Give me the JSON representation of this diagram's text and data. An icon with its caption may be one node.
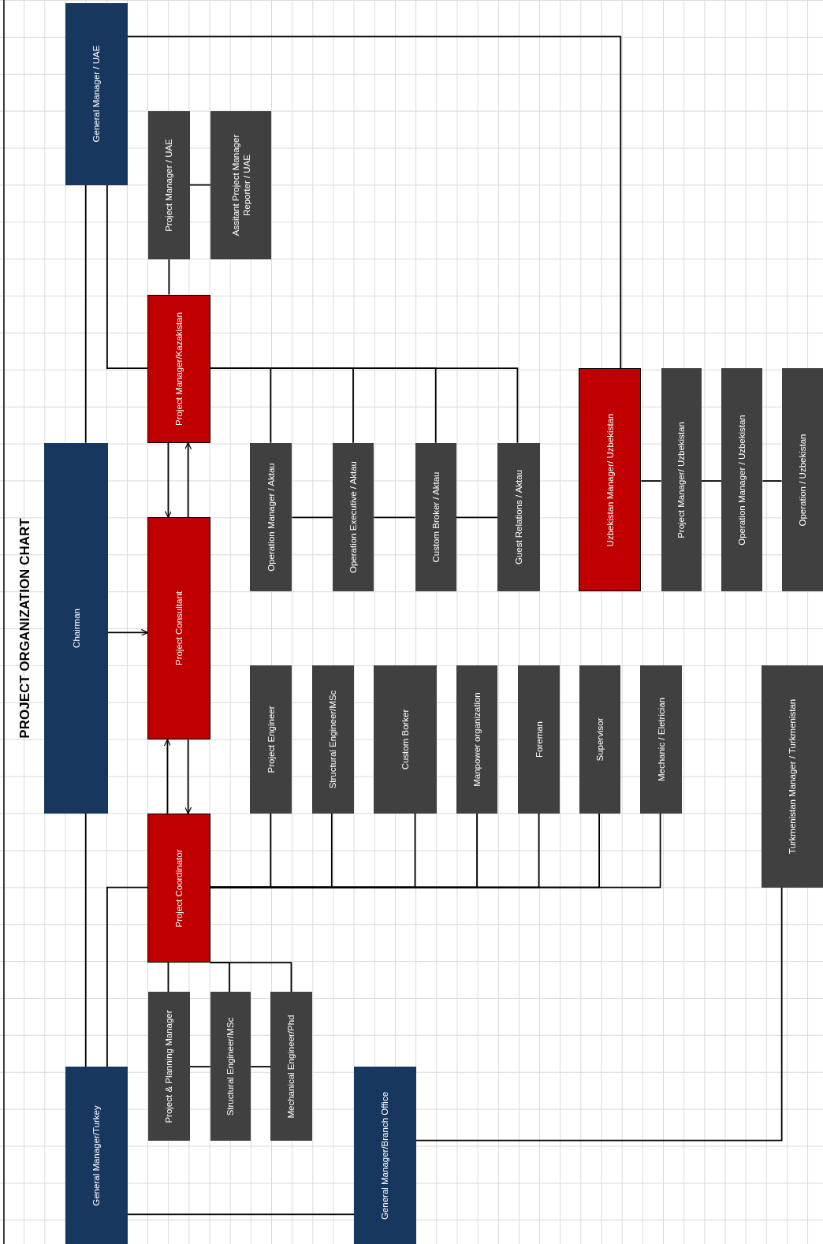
{
  "diagram": {
    "title": "PROJECT ORGANIZATION CHART",
    "nodes": [
      {
        "text": [
          "General Manager / UAE"
        ]
      },
      {
        "text": [
          "Project Manager / UAE"
        ]
      },
      {
        "text": [
          "Assitant Project Manager Reporter / UAE"
        ]
      },
      {
        "text": [
          "Project Manager/Kazakistan"
        ]
      },
      {
        "text": [
          "Chairman"
        ]
      },
      {
        "text": [
          "Project Consultant"
        ]
      },
      {
        "text": [
          "Operation Manager / Aktau"
        ]
      },
      {
        "text": [
          "Operation Executive / Aktau"
        ]
      },
      {
        "text": [
          "Custom Broker / Aktau"
        ]
      },
      {
        "text": [
          "Guest Relations / Aktau"
        ]
      },
      {
        "text": [
          "Uzbekistan Manager/ Uzbekistan"
        ]
      },
      {
        "text": [
          "Project Manager/ Uzbekistan"
        ]
      },
      {
        "text": [
          "Operation Manager / Uzbekistan"
        ]
      },
      {
        "text": [
          "Operation / Uzbekistan"
        ]
      },
      {
        "text": [
          "Project Engineer"
        ]
      },
      {
        "text": [
          "Structural Engineer/MSc"
        ]
      },
      {
        "text": [
          "Custom Borker"
        ]
      },
      {
        "text": [
          "Manpower organization"
        ]
      },
      {
        "text": [
          "Foreman"
        ]
      },
      {
        "text": [
          "Supervisor"
        ]
      },
      {
        "text": [
          "Mechanic / Eletrician"
        ]
      },
      {
        "text": [
          "Turkmenistan Manager / Turkmenistan"
        ]
      },
      {
        "text": [
          "Project Coordinator"
        ]
      },
      {
        "text": [
          "Project & Planning Manager"
        ]
      },
      {
        "text": [
          "Structural Engineer/MSc"
        ]
      },
      {
        "text": [
          "Mechanical Engineer/Phd"
        ]
      },
      {
        "text": [
          "General Manager/Turkey"
        ]
      },
      {
        "text": [
          "General Manager/Branch Office"
        ]
      }
    ],
    "edges": [
      {
        "from": 0,
        "to": 10,
        "arrow": "none"
      },
      {
        "from": 0,
        "to": 4,
        "arrow": "none"
      },
      {
        "from": 0,
        "to": 3,
        "arrow": "none"
      },
      {
        "from": 1,
        "to": 3,
        "arrow": "none"
      },
      {
        "from": 1,
        "to": 2,
        "arrow": "none"
      },
      {
        "from": 3,
        "to": 6,
        "arrow": "none"
      },
      {
        "from": 3,
        "to": 7,
        "arrow": "none"
      },
      {
        "from": 3,
        "to": 8,
        "arrow": "none"
      },
      {
        "from": 3,
        "to": 9,
        "arrow": "none"
      },
      {
        "from": 6,
        "to": 7,
        "arrow": "none"
      },
      {
        "from": 7,
        "to": 8,
        "arrow": "none"
      },
      {
        "from": 8,
        "to": 9,
        "arrow": "none"
      },
      {
        "from": 3,
        "to": 5,
        "arrow": "to"
      },
      {
        "from": 5,
        "to": 3,
        "arrow": "to"
      },
      {
        "from": 4,
        "to": 5,
        "arrow": "to"
      },
      {
        "from": 22,
        "to": 5,
        "arrow": "to"
      },
      {
        "from": 5,
        "to": 22,
        "arrow": "to"
      },
      {
        "from": 10,
        "to": 11,
        "arrow": "none"
      },
      {
        "from": 11,
        "to": 12,
        "arrow": "none"
      },
      {
        "from": 12,
        "to": 13,
        "arrow": "none"
      },
      {
        "from": 22,
        "to": 14,
        "arrow": "none"
      },
      {
        "from": 22,
        "to": 15,
        "arrow": "none"
      },
      {
        "from": 22,
        "to": 16,
        "arrow": "none"
      },
      {
        "from": 22,
        "to": 17,
        "arrow": "none"
      },
      {
        "from": 22,
        "to": 18,
        "arrow": "none"
      },
      {
        "from": 22,
        "to": 19,
        "arrow": "none"
      },
      {
        "from": 22,
        "to": 20,
        "arrow": "none"
      },
      {
        "from": 4,
        "to": 26,
        "arrow": "none"
      },
      {
        "from": 26,
        "to": 22,
        "arrow": "none"
      },
      {
        "from": 22,
        "to": 23,
        "arrow": "none"
      },
      {
        "from": 22,
        "to": 24,
        "arrow": "none"
      },
      {
        "from": 22,
        "to": 25,
        "arrow": "none"
      },
      {
        "from": 23,
        "to": 24,
        "arrow": "none"
      },
      {
        "from": 24,
        "to": 25,
        "arrow": "none"
      },
      {
        "from": 26,
        "to": 27,
        "arrow": "none"
      },
      {
        "from": 27,
        "to": 21,
        "arrow": "none"
      }
    ]
  }
}
